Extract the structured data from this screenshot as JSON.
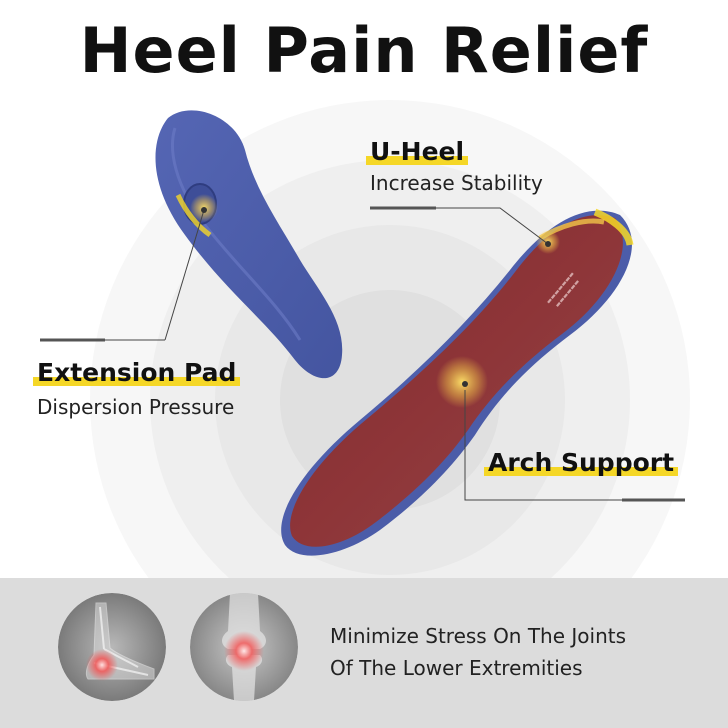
{
  "title": "Heel Pain Relief",
  "features": {
    "u_heel": {
      "label": "U-Heel",
      "sub": "Increase Stability"
    },
    "extension_pad": {
      "label": "Extension Pad",
      "sub": "Dispersion Pressure"
    },
    "arch_support": {
      "label": "Arch Support"
    }
  },
  "bottom": {
    "line1": "Minimize Stress On The Joints",
    "line2": "Of The Lower Extremities"
  },
  "colors": {
    "highlight": "#f5d727",
    "insole_top": "#8a2f33",
    "insole_base": "#4a5ba8",
    "band": "#dcdcdc"
  },
  "icons": [
    "foot-xray-icon",
    "knee-xray-icon"
  ]
}
